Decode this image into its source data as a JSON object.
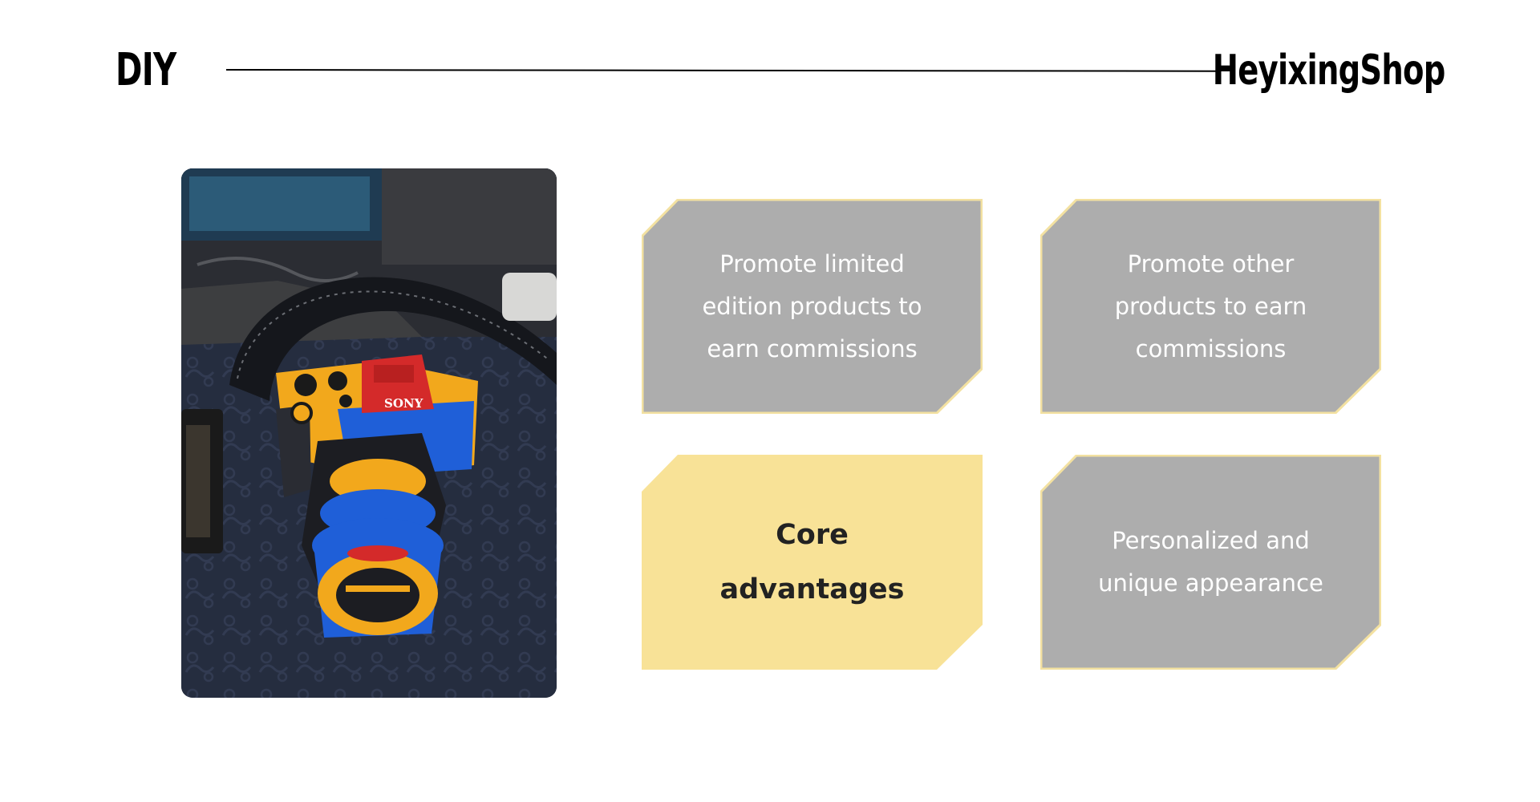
{
  "header": {
    "left_label": "DIY",
    "brand": "HeyixingShop"
  },
  "photo": {
    "camera_brand": "SONY",
    "colors": {
      "body_orange": "#f2a81c",
      "body_blue": "#1f5fd8",
      "flash_red": "#d42a2a",
      "mat_dark": "#252d3f"
    }
  },
  "cards": [
    {
      "text": "Promote limited edition products to earn commissions",
      "style": "grey"
    },
    {
      "text": "Promote other products to earn commissions",
      "style": "grey"
    },
    {
      "text": "Core advantages",
      "style": "highlight"
    },
    {
      "text": "Personalized and unique appearance",
      "style": "grey"
    }
  ],
  "colors": {
    "card_grey": "#adadad",
    "card_border": "#f3e1a1",
    "card_highlight": "#f8e297",
    "text_dark": "#222222"
  }
}
